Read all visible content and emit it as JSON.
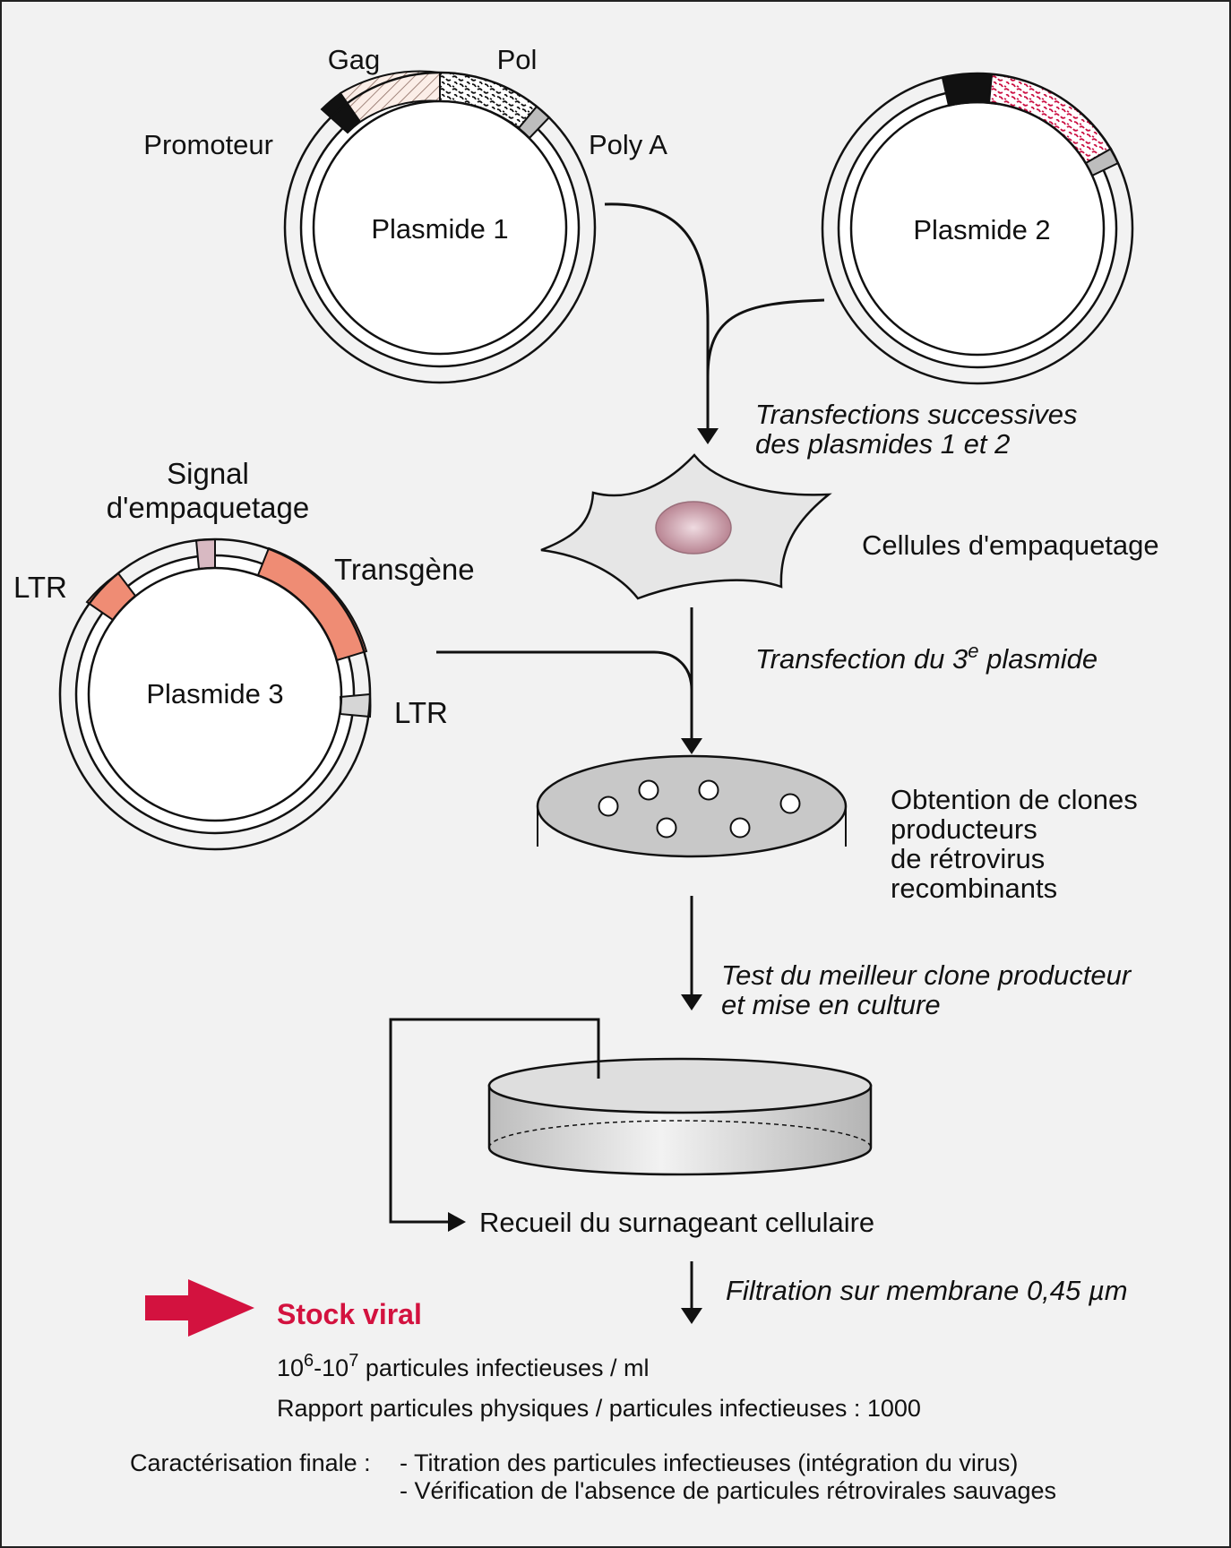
{
  "plasmid1": {
    "center": "Plasmide 1",
    "promoter": "Promoteur",
    "gag": "Gag",
    "pol": "Pol",
    "polya": "Poly A"
  },
  "plasmid2": {
    "center": "Plasmide 2"
  },
  "plasmid3": {
    "center": "Plasmide 3",
    "signal_line1": "Signal",
    "signal_line2": "d'empaquetage",
    "transgene": "Transgène",
    "ltr_left": "LTR",
    "ltr_right": "LTR"
  },
  "steps": {
    "transfections_line1": "Transfections successives",
    "transfections_line2": "des plasmides 1 et 2",
    "packaging_cells": "Cellules d'empaquetage",
    "transfection3_pre": "Transfection du 3",
    "transfection3_sup": "e",
    "transfection3_post": " plasmide",
    "clones_line1": "Obtention de clones",
    "clones_line2": "producteurs",
    "clones_line3": "de rétrovirus",
    "clones_line4": "recombinants",
    "test_line1": "Test du meilleur clone producteur",
    "test_line2": "et mise en culture",
    "supernatant": "Recueil du surnageant cellulaire",
    "filtration": "Filtration sur membrane 0,45 µm"
  },
  "result": {
    "stock": "Stock viral",
    "titer_a": "10",
    "titer_exp1": "6",
    "titer_b": "-10",
    "titer_exp2": "7",
    "titer_c": " particules infectieuses / ml",
    "ratio": "Rapport particules physiques / particules infectieuses : 1000",
    "final_label": "Caractérisation finale :",
    "final_item1": "- Titration des particules infectieuses (intégration du virus)",
    "final_item2": "- Vérification de l'absence de particules rétrovirales sauvages"
  },
  "colors": {
    "background": "#f2f2f2",
    "accent_red": "#d3123f",
    "salmon": "#ef8c74",
    "mauve": "#d8b9c2",
    "dish_grey": "#c8c8c8"
  }
}
